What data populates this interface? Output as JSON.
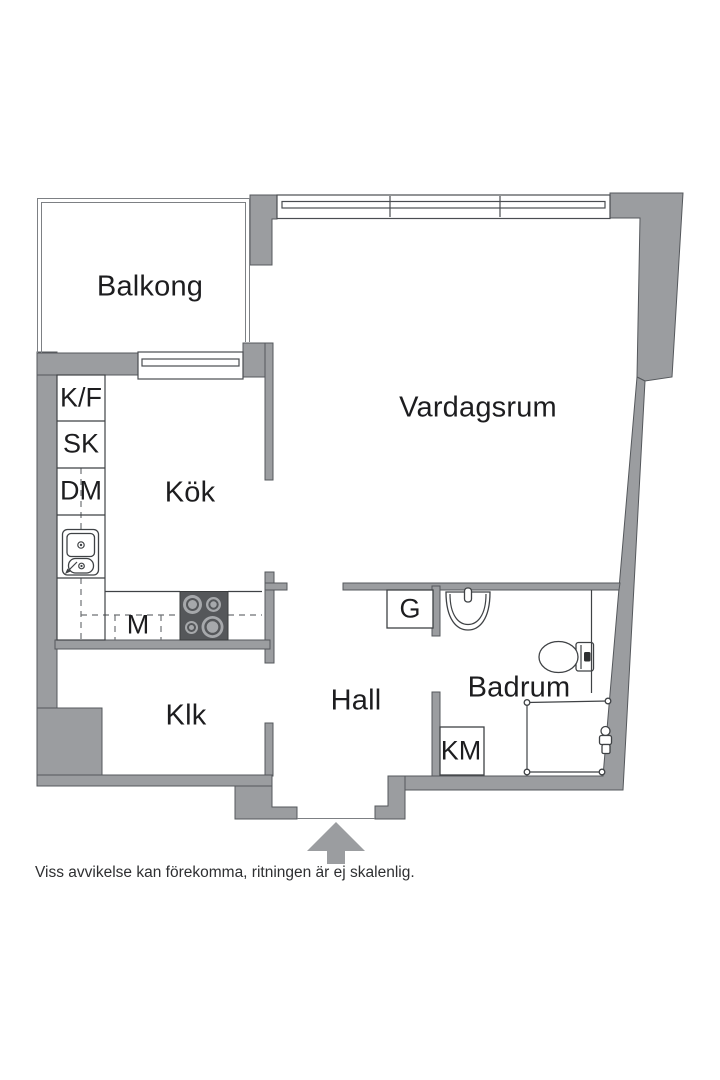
{
  "rooms": {
    "balcony": {
      "label": "Balkong"
    },
    "living": {
      "label": "Vardagsrum"
    },
    "kitchen": {
      "label": "Kök"
    },
    "hall": {
      "label": "Hall"
    },
    "bathroom": {
      "label": "Badrum"
    },
    "closet": {
      "label": "Klk"
    }
  },
  "appliances": {
    "fridge_freezer": {
      "label": "K/F"
    },
    "cabinet": {
      "label": "SK"
    },
    "dishwasher": {
      "label": "DM"
    },
    "micro": {
      "label": "M"
    },
    "wardrobe": {
      "label": "G"
    },
    "washing_machine": {
      "label": "KM"
    }
  },
  "fixtures": [
    "kitchen-sink-icon",
    "stove-icon",
    "bathroom-sink-icon",
    "toilet-icon",
    "shower-enclosure-icon",
    "shower-mixer-icon",
    "entrance-arrow-icon",
    "window-icon"
  ],
  "footer": {
    "disclaimer": "Viss avvikelse kan förekomma, ritningen är ej skalenlig."
  },
  "colors": {
    "wall": "#9b9da0",
    "line": "#55585c",
    "text": "#1d1d1f",
    "stove": "#55575a",
    "burner": "#a6a8ab"
  }
}
